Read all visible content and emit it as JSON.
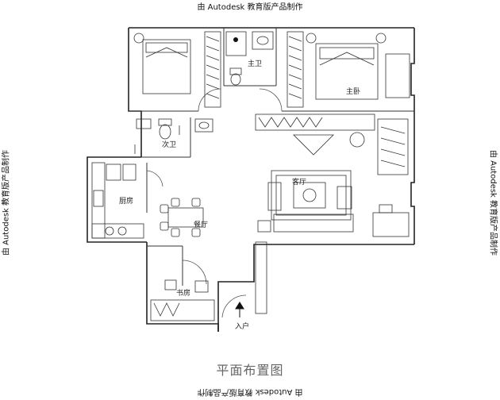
{
  "watermark": "由 Autodesk 教育版产品制作",
  "plan_title": "平面布置图",
  "rooms": {
    "master_bath": "主卫",
    "master_bedroom": "主卧",
    "second_bath": "次卫",
    "kitchen": "厨房",
    "dining": "餐厅",
    "living": "客厅",
    "study": "书房",
    "entrance": "入户"
  }
}
